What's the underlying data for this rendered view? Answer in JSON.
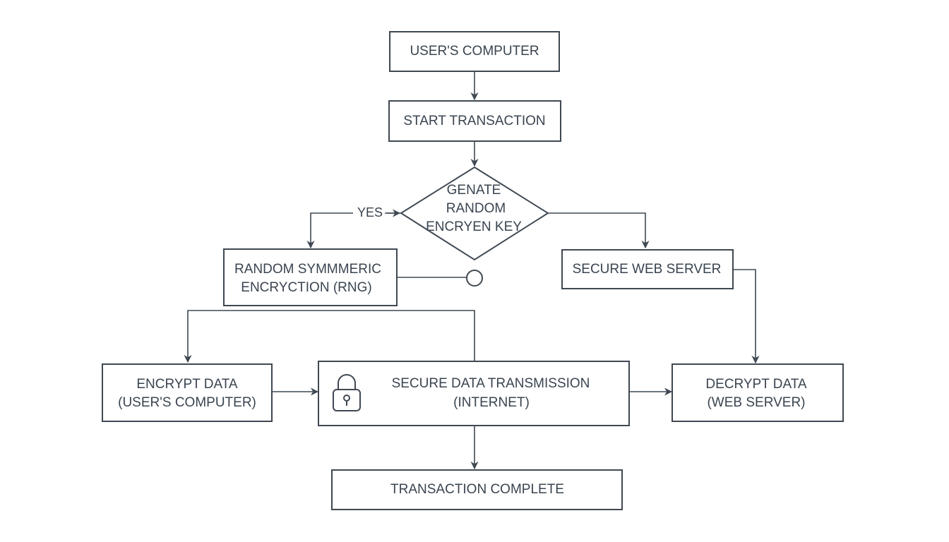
{
  "nodes": {
    "users_computer": "USER'S COMPUTER",
    "start_transaction": "START TRANSACTION",
    "generate_key": [
      "GENATE",
      "RANDOM",
      "ENCRYEN KEY"
    ],
    "random_symmetric": [
      "RANDOM SYMMMERIC",
      "ENCRYCTION (RNG)"
    ],
    "secure_web_server": "SECURE WEB SERVER",
    "encrypt_data": [
      "ENCRYPT DATA",
      "(USER'S COMPUTER)"
    ],
    "secure_transmission": [
      "SECURE DATA TRANSMISSION",
      "(INTERNET)"
    ],
    "decrypt_data": [
      "DECRYPT DATA",
      "(WEB SERVER)"
    ],
    "transaction_complete": "TRANSACTION COMPLETE"
  },
  "edge_labels": {
    "yes": "YES"
  },
  "icons": {
    "lock": "lock-icon"
  },
  "colors": {
    "stroke": "#3f4852",
    "text": "#3a4450",
    "background": "#ffffff"
  }
}
